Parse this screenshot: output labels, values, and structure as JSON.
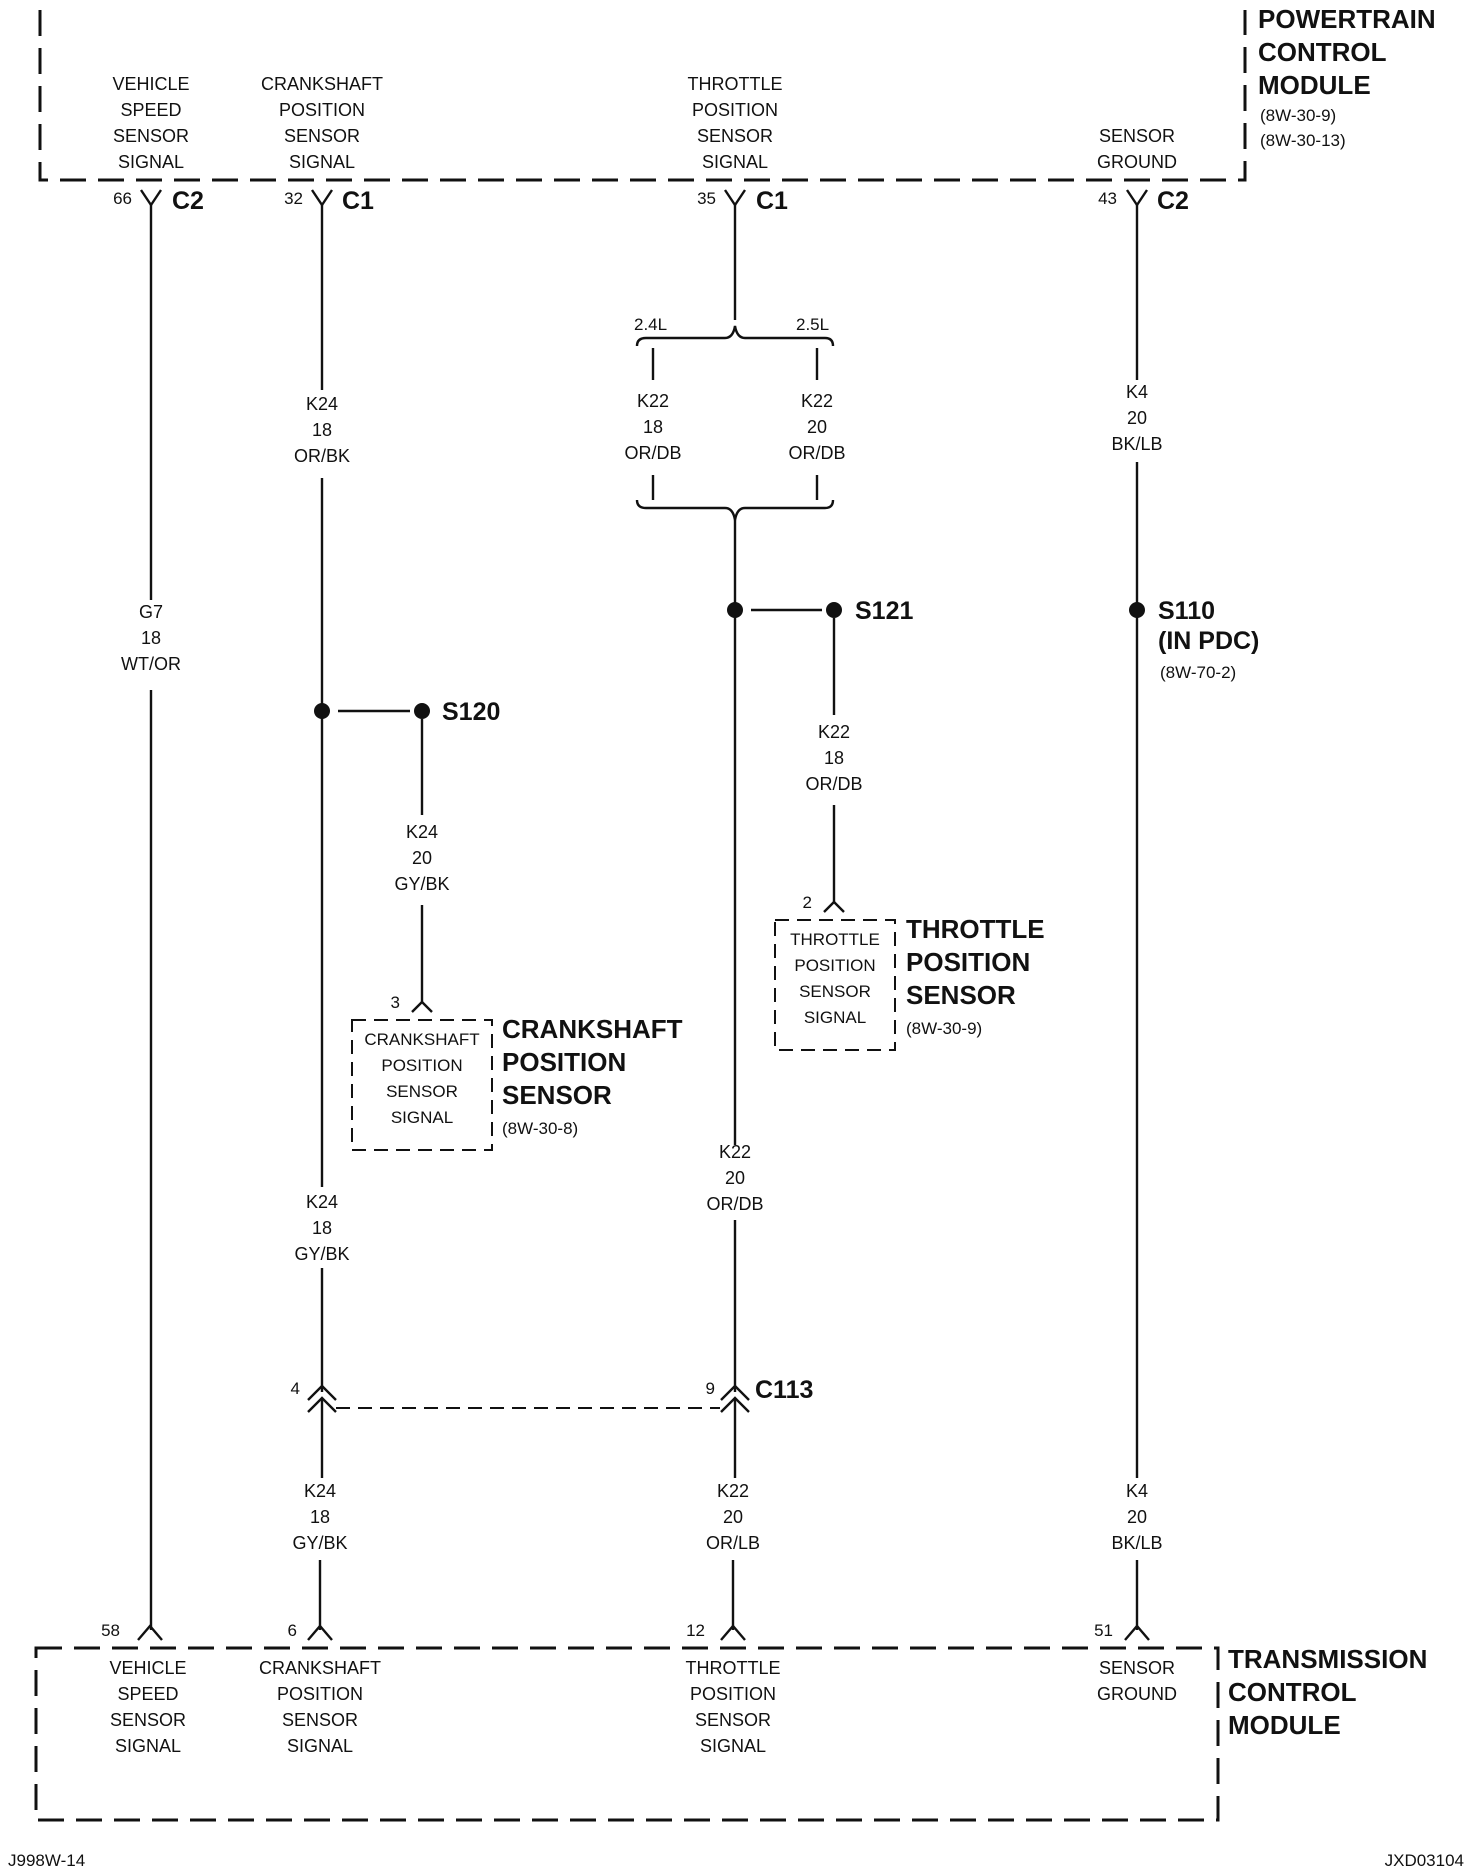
{
  "pcm": {
    "title": [
      "POWERTRAIN",
      "CONTROL",
      "MODULE"
    ],
    "refs": [
      "(8W-30-9)",
      "(8W-30-13)"
    ],
    "pins": [
      {
        "label": [
          "VEHICLE",
          "SPEED",
          "SENSOR",
          "SIGNAL"
        ],
        "pin": "66",
        "connector": "C2"
      },
      {
        "label": [
          "CRANKSHAFT",
          "POSITION",
          "SENSOR",
          "SIGNAL"
        ],
        "pin": "32",
        "connector": "C1"
      },
      {
        "label": [
          "THROTTLE",
          "POSITION",
          "SENSOR",
          "SIGNAL"
        ],
        "pin": "35",
        "connector": "C1"
      },
      {
        "label": [
          "SENSOR",
          "GROUND"
        ],
        "pin": "43",
        "connector": "C2"
      }
    ]
  },
  "tcm": {
    "title": [
      "TRANSMISSION",
      "CONTROL",
      "MODULE"
    ],
    "pins": [
      {
        "label": [
          "VEHICLE",
          "SPEED",
          "SENSOR",
          "SIGNAL"
        ],
        "pin": "58"
      },
      {
        "label": [
          "CRANKSHAFT",
          "POSITION",
          "SENSOR",
          "SIGNAL"
        ],
        "pin": "6"
      },
      {
        "label": [
          "THROTTLE",
          "POSITION",
          "SENSOR",
          "SIGNAL"
        ],
        "pin": "12"
      },
      {
        "label": [
          "SENSOR",
          "GROUND"
        ],
        "pin": "51"
      }
    ]
  },
  "wires": {
    "g7": [
      "G7",
      "18",
      "WT/OR"
    ],
    "k24_upper": [
      "K24",
      "18",
      "OR/BK"
    ],
    "k24_branch": [
      "K24",
      "20",
      "GY/BK"
    ],
    "k24_mid": [
      "K24",
      "18",
      "GY/BK"
    ],
    "k24_lower": [
      "K24",
      "18",
      "GY/BK"
    ],
    "k22_24": [
      "K22",
      "18",
      "OR/DB"
    ],
    "k22_25": [
      "K22",
      "20",
      "OR/DB"
    ],
    "k22_branch": [
      "K22",
      "18",
      "OR/DB"
    ],
    "k22_mid": [
      "K22",
      "20",
      "OR/DB"
    ],
    "k22_lower": [
      "K22",
      "20",
      "OR/LB"
    ],
    "k4_upper": [
      "K4",
      "20",
      "BK/LB"
    ],
    "k4_lower": [
      "K4",
      "20",
      "BK/LB"
    ]
  },
  "engine_options": {
    "left": "2.4L",
    "right": "2.5L"
  },
  "splices": {
    "s120": "S120",
    "s121": "S121",
    "s110": "S110",
    "s110_note": "(IN PDC)",
    "s110_ref": "(8W-70-2)"
  },
  "crank_sensor": {
    "pin": "3",
    "inner": [
      "CRANKSHAFT",
      "POSITION",
      "SENSOR",
      "SIGNAL"
    ],
    "title": [
      "CRANKSHAFT",
      "POSITION",
      "SENSOR"
    ],
    "ref": "(8W-30-8)"
  },
  "tps_sensor": {
    "pin": "2",
    "inner": [
      "THROTTLE",
      "POSITION",
      "SENSOR",
      "SIGNAL"
    ],
    "title": [
      "THROTTLE",
      "POSITION",
      "SENSOR"
    ],
    "ref": "(8W-30-9)"
  },
  "c113": {
    "name": "C113",
    "pin_left": "4",
    "pin_right": "9"
  },
  "footer": {
    "left": "J998W-14",
    "right": "JXD03104"
  }
}
